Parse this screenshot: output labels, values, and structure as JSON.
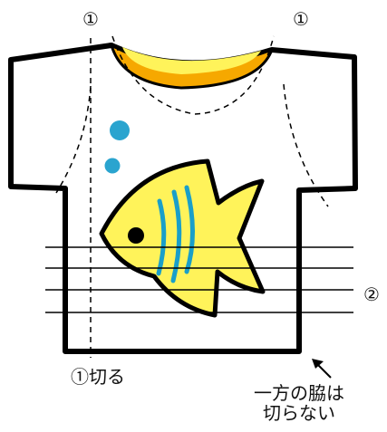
{
  "labels": {
    "fold_marker_left": "①",
    "fold_marker_right": "①",
    "side_marker": "②",
    "cut_instruction": "①切る",
    "uncut_side_line1": "一方の脇は",
    "uncut_side_line2": "切らない"
  },
  "colors": {
    "outline": "#000000",
    "shirt": "#ffffff",
    "collar": "#f6a800",
    "collar_inner": "#fff35a",
    "fish_body": "#fff35a",
    "fish_stripe": "#1a9fc9",
    "bubble": "#2aa4cf",
    "eye": "#000000"
  },
  "icons": {
    "main_figure": "t-shirt-with-fish-icon",
    "arrow": "arrow-up-left-icon"
  }
}
